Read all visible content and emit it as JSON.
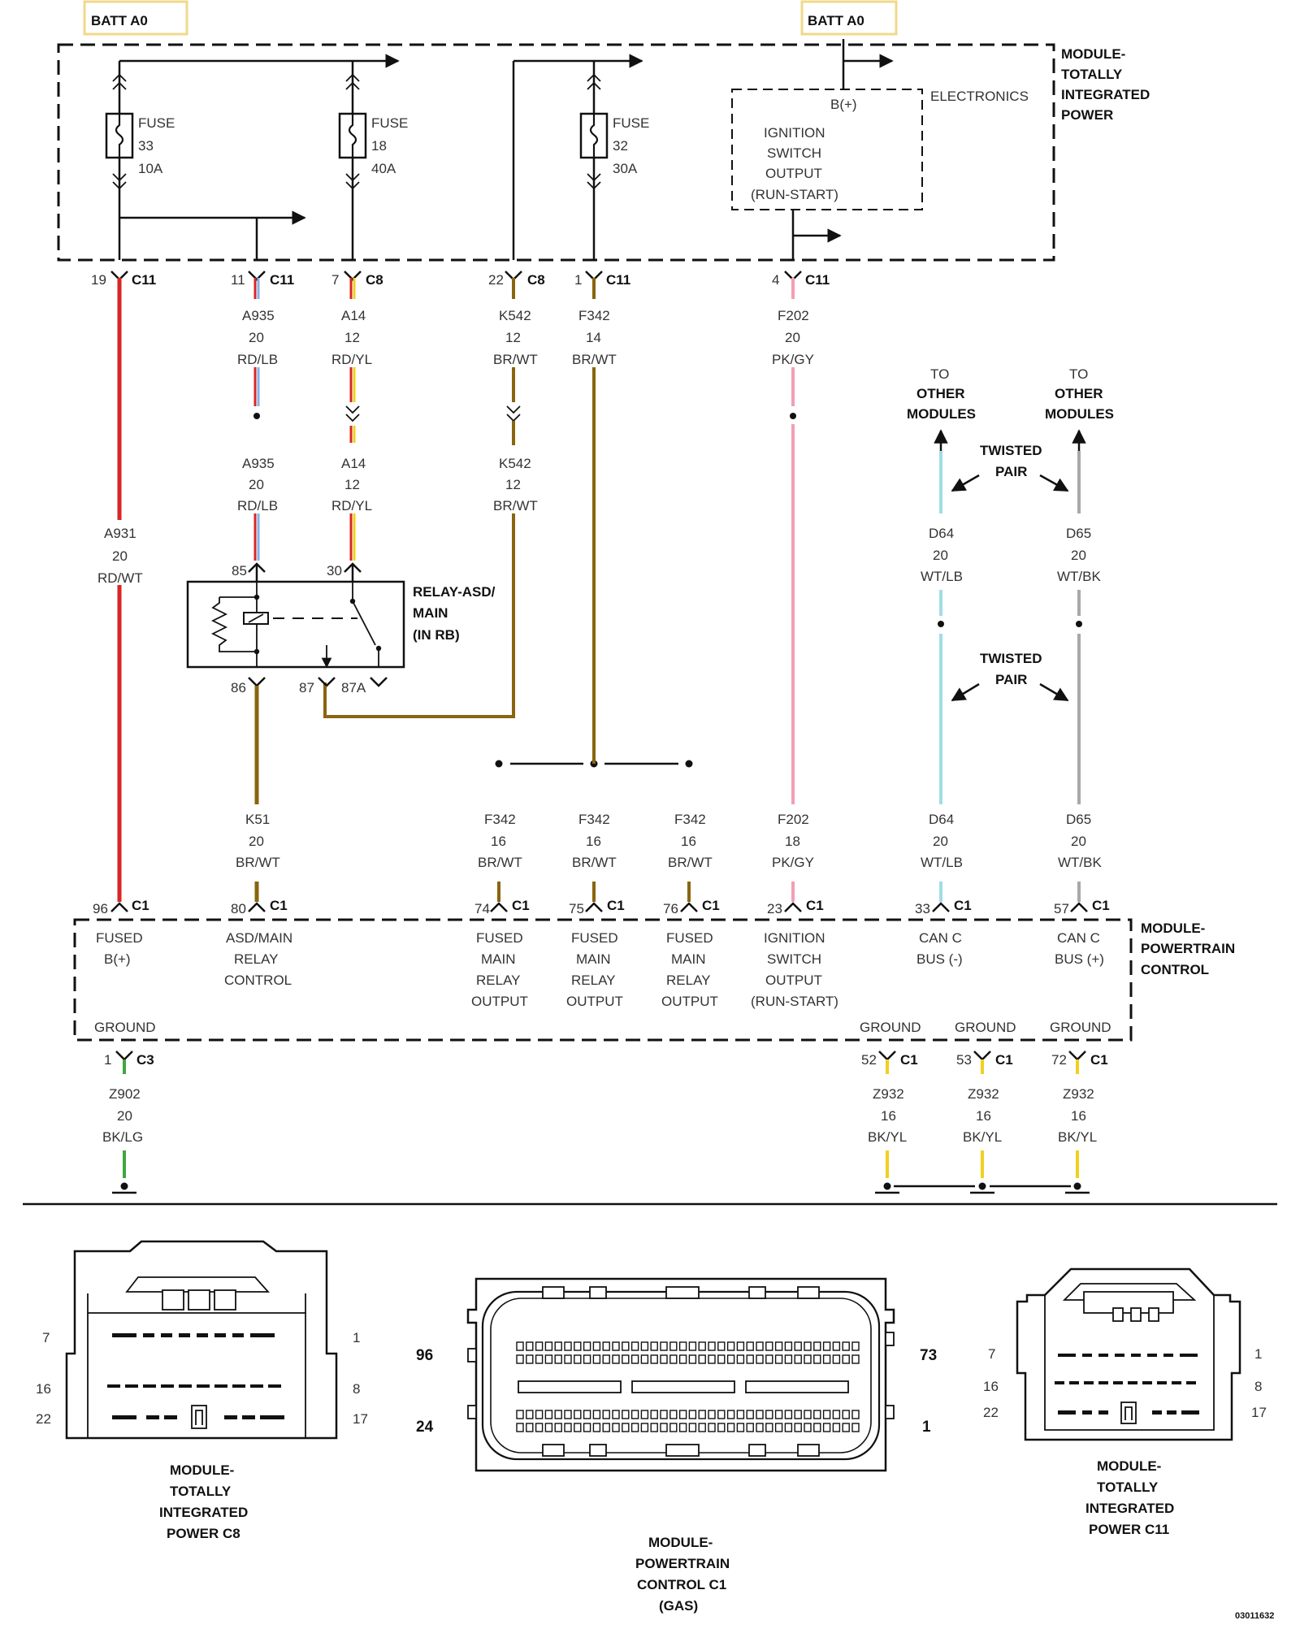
{
  "top_labels": {
    "batt_left": "BATT A0",
    "batt_right": "BATT A0"
  },
  "tip_module": [
    "MODULE-",
    "TOTALLY",
    "INTEGRATED",
    "POWER"
  ],
  "fuses": [
    {
      "word": "FUSE",
      "num": "33",
      "amp": "10A"
    },
    {
      "word": "FUSE",
      "num": "18",
      "amp": "40A"
    },
    {
      "word": "FUSE",
      "num": "32",
      "amp": "30A"
    }
  ],
  "electronics": {
    "label": "ELECTRONICS",
    "bplus": "B(+)",
    "lines": [
      "IGNITION",
      "SWITCH",
      "OUTPUT",
      "(RUN-START)"
    ]
  },
  "tip_pins": [
    {
      "num": "19",
      "conn": "C11"
    },
    {
      "num": "11",
      "conn": "C11"
    },
    {
      "num": "7",
      "conn": "C8"
    },
    {
      "num": "22",
      "conn": "C8"
    },
    {
      "num": "1",
      "conn": "C11"
    },
    {
      "num": "4",
      "conn": "C11"
    }
  ],
  "wires_upper": [
    {
      "circuit": "A935",
      "gauge": "20",
      "color": "RD/LB"
    },
    {
      "circuit": "A14",
      "gauge": "12",
      "color": "RD/YL"
    },
    {
      "circuit": "K542",
      "gauge": "12",
      "color": "BR/WT"
    },
    {
      "circuit": "F342",
      "gauge": "14",
      "color": "BR/WT"
    },
    {
      "circuit": "F202",
      "gauge": "20",
      "color": "PK/GY"
    }
  ],
  "wires_mid": [
    {
      "circuit": "A935",
      "gauge": "20",
      "color": "RD/LB"
    },
    {
      "circuit": "A14",
      "gauge": "12",
      "color": "RD/YL"
    },
    {
      "circuit": "K542",
      "gauge": "12",
      "color": "BR/WT"
    }
  ],
  "wire_a931": {
    "circuit": "A931",
    "gauge": "20",
    "color": "RD/WT"
  },
  "to_other": [
    [
      "TO",
      "OTHER",
      "MODULES"
    ],
    [
      "TO",
      "OTHER",
      "MODULES"
    ]
  ],
  "twisted_pair": [
    "TWISTED",
    "PAIR"
  ],
  "can_wires_upper": [
    {
      "circuit": "D64",
      "gauge": "20",
      "color": "WT/LB"
    },
    {
      "circuit": "D65",
      "gauge": "20",
      "color": "WT/BK"
    }
  ],
  "relay": {
    "title": [
      "RELAY-ASD/",
      "MAIN",
      "(IN RB)"
    ],
    "pins": [
      "85",
      "30",
      "86",
      "87",
      "87A"
    ]
  },
  "wires_lower": [
    {
      "circuit": "K51",
      "gauge": "20",
      "color": "BR/WT"
    },
    {
      "circuit": "F342",
      "gauge": "16",
      "color": "BR/WT"
    },
    {
      "circuit": "F342",
      "gauge": "16",
      "color": "BR/WT"
    },
    {
      "circuit": "F342",
      "gauge": "16",
      "color": "BR/WT"
    },
    {
      "circuit": "F202",
      "gauge": "18",
      "color": "PK/GY"
    },
    {
      "circuit": "D64",
      "gauge": "20",
      "color": "WT/LB"
    },
    {
      "circuit": "D65",
      "gauge": "20",
      "color": "WT/BK"
    }
  ],
  "pcm_pins": [
    {
      "num": "96",
      "conn": "C1"
    },
    {
      "num": "80",
      "conn": "C1"
    },
    {
      "num": "74",
      "conn": "C1"
    },
    {
      "num": "75",
      "conn": "C1"
    },
    {
      "num": "76",
      "conn": "C1"
    },
    {
      "num": "23",
      "conn": "C1"
    },
    {
      "num": "33",
      "conn": "C1"
    },
    {
      "num": "57",
      "conn": "C1"
    }
  ],
  "pcm_functions": [
    [
      "FUSED",
      "B(+)"
    ],
    [
      "ASD/MAIN",
      "RELAY",
      "CONTROL"
    ],
    [
      "FUSED",
      "MAIN",
      "RELAY",
      "OUTPUT"
    ],
    [
      "FUSED",
      "MAIN",
      "RELAY",
      "OUTPUT"
    ],
    [
      "FUSED",
      "MAIN",
      "RELAY",
      "OUTPUT"
    ],
    [
      "IGNITION",
      "SWITCH",
      "OUTPUT",
      "(RUN-START)"
    ],
    [
      "CAN C",
      "BUS (-)"
    ],
    [
      "CAN C",
      "BUS (+)"
    ]
  ],
  "pcm_module": [
    "MODULE-",
    "POWERTRAIN",
    "CONTROL"
  ],
  "ground_labels": [
    "GROUND",
    "GROUND",
    "GROUND",
    "GROUND"
  ],
  "ground_pins": [
    {
      "num": "1",
      "conn": "C3"
    },
    {
      "num": "52",
      "conn": "C1"
    },
    {
      "num": "53",
      "conn": "C1"
    },
    {
      "num": "72",
      "conn": "C1"
    }
  ],
  "ground_wires": [
    {
      "circuit": "Z902",
      "gauge": "20",
      "color": "BK/LG"
    },
    {
      "circuit": "Z932",
      "gauge": "16",
      "color": "BK/YL"
    },
    {
      "circuit": "Z932",
      "gauge": "16",
      "color": "BK/YL"
    },
    {
      "circuit": "Z932",
      "gauge": "16",
      "color": "BK/YL"
    }
  ],
  "connector_c8": {
    "pin_labels": [
      "7",
      "1",
      "16",
      "8",
      "22",
      "17"
    ],
    "caption": [
      "MODULE-",
      "TOTALLY",
      "INTEGRATED",
      "POWER C8"
    ]
  },
  "connector_pcm": {
    "pin_labels": [
      "96",
      "73",
      "24",
      "1"
    ],
    "caption": [
      "MODULE-",
      "POWERTRAIN",
      "CONTROL C1",
      "(GAS)"
    ]
  },
  "connector_c11": {
    "pin_labels": [
      "7",
      "1",
      "16",
      "8",
      "22",
      "17"
    ],
    "caption": [
      "MODULE-",
      "TOTALLY",
      "INTEGRATED",
      "POWER C11"
    ]
  },
  "doc_id": "03011632",
  "colors": {
    "red": "#d92525",
    "light_blue": "#7fb3e8",
    "yellow": "#f2d01f",
    "brown": "#8a6410",
    "pink": "#f3a0b4",
    "cyan": "#9fdde8",
    "gray": "#a8a8a8",
    "green": "#3ea83e",
    "batt_box": "#f0d98a"
  }
}
